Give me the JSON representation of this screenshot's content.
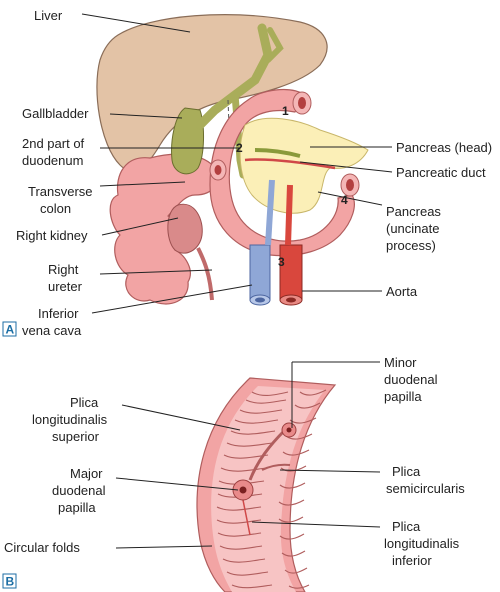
{
  "panel_a": {
    "tag": "A",
    "labels": {
      "liver": "Liver",
      "gallbladder": "Gallbladder",
      "duodenum_2nd_l1": "2nd part of",
      "duodenum_2nd_l2": "duodenum",
      "transverse_colon_l1": "Transverse",
      "transverse_colon_l2": "colon",
      "right_kidney": "Right kidney",
      "right_ureter_l1": "Right",
      "right_ureter_l2": "ureter",
      "ivc_l1": "Inferior",
      "ivc_l2": "vena cava",
      "pancreas_head": "Pancreas (head)",
      "pancreatic_duct": "Pancreatic duct",
      "pancreas_uncinate_l1": "Pancreas",
      "pancreas_uncinate_l2": "(uncinate",
      "pancreas_uncinate_l3": "process)",
      "aorta": "Aorta"
    },
    "duodenum_parts": [
      "1",
      "2",
      "3",
      "4"
    ]
  },
  "panel_b": {
    "tag": "B",
    "labels": {
      "plica_sup_l1": "Plica",
      "plica_sup_l2": "longitudinalis",
      "plica_sup_l3": "superior",
      "major_l1": "Major",
      "major_l2": "duodenal",
      "major_l3": "papilla",
      "circular_folds": "Circular folds",
      "minor_l1": "Minor",
      "minor_l2": "duodenal",
      "minor_l3": "papilla",
      "semicircularis_l1": "Plica",
      "semicircularis_l2": "semicircularis",
      "plica_inf_l1": "Plica",
      "plica_inf_l2": "longitudinalis",
      "plica_inf_l3": "inferior"
    }
  },
  "colors": {
    "liver": "#e3c3a6",
    "gallbladder": "#a9ad5a",
    "duodenum": "#f2a4a4",
    "pancreas": "#fbefb7",
    "ivc": "#8fa7d6",
    "aorta": "#d9473d",
    "panel_tag": "#1c6ea4"
  }
}
